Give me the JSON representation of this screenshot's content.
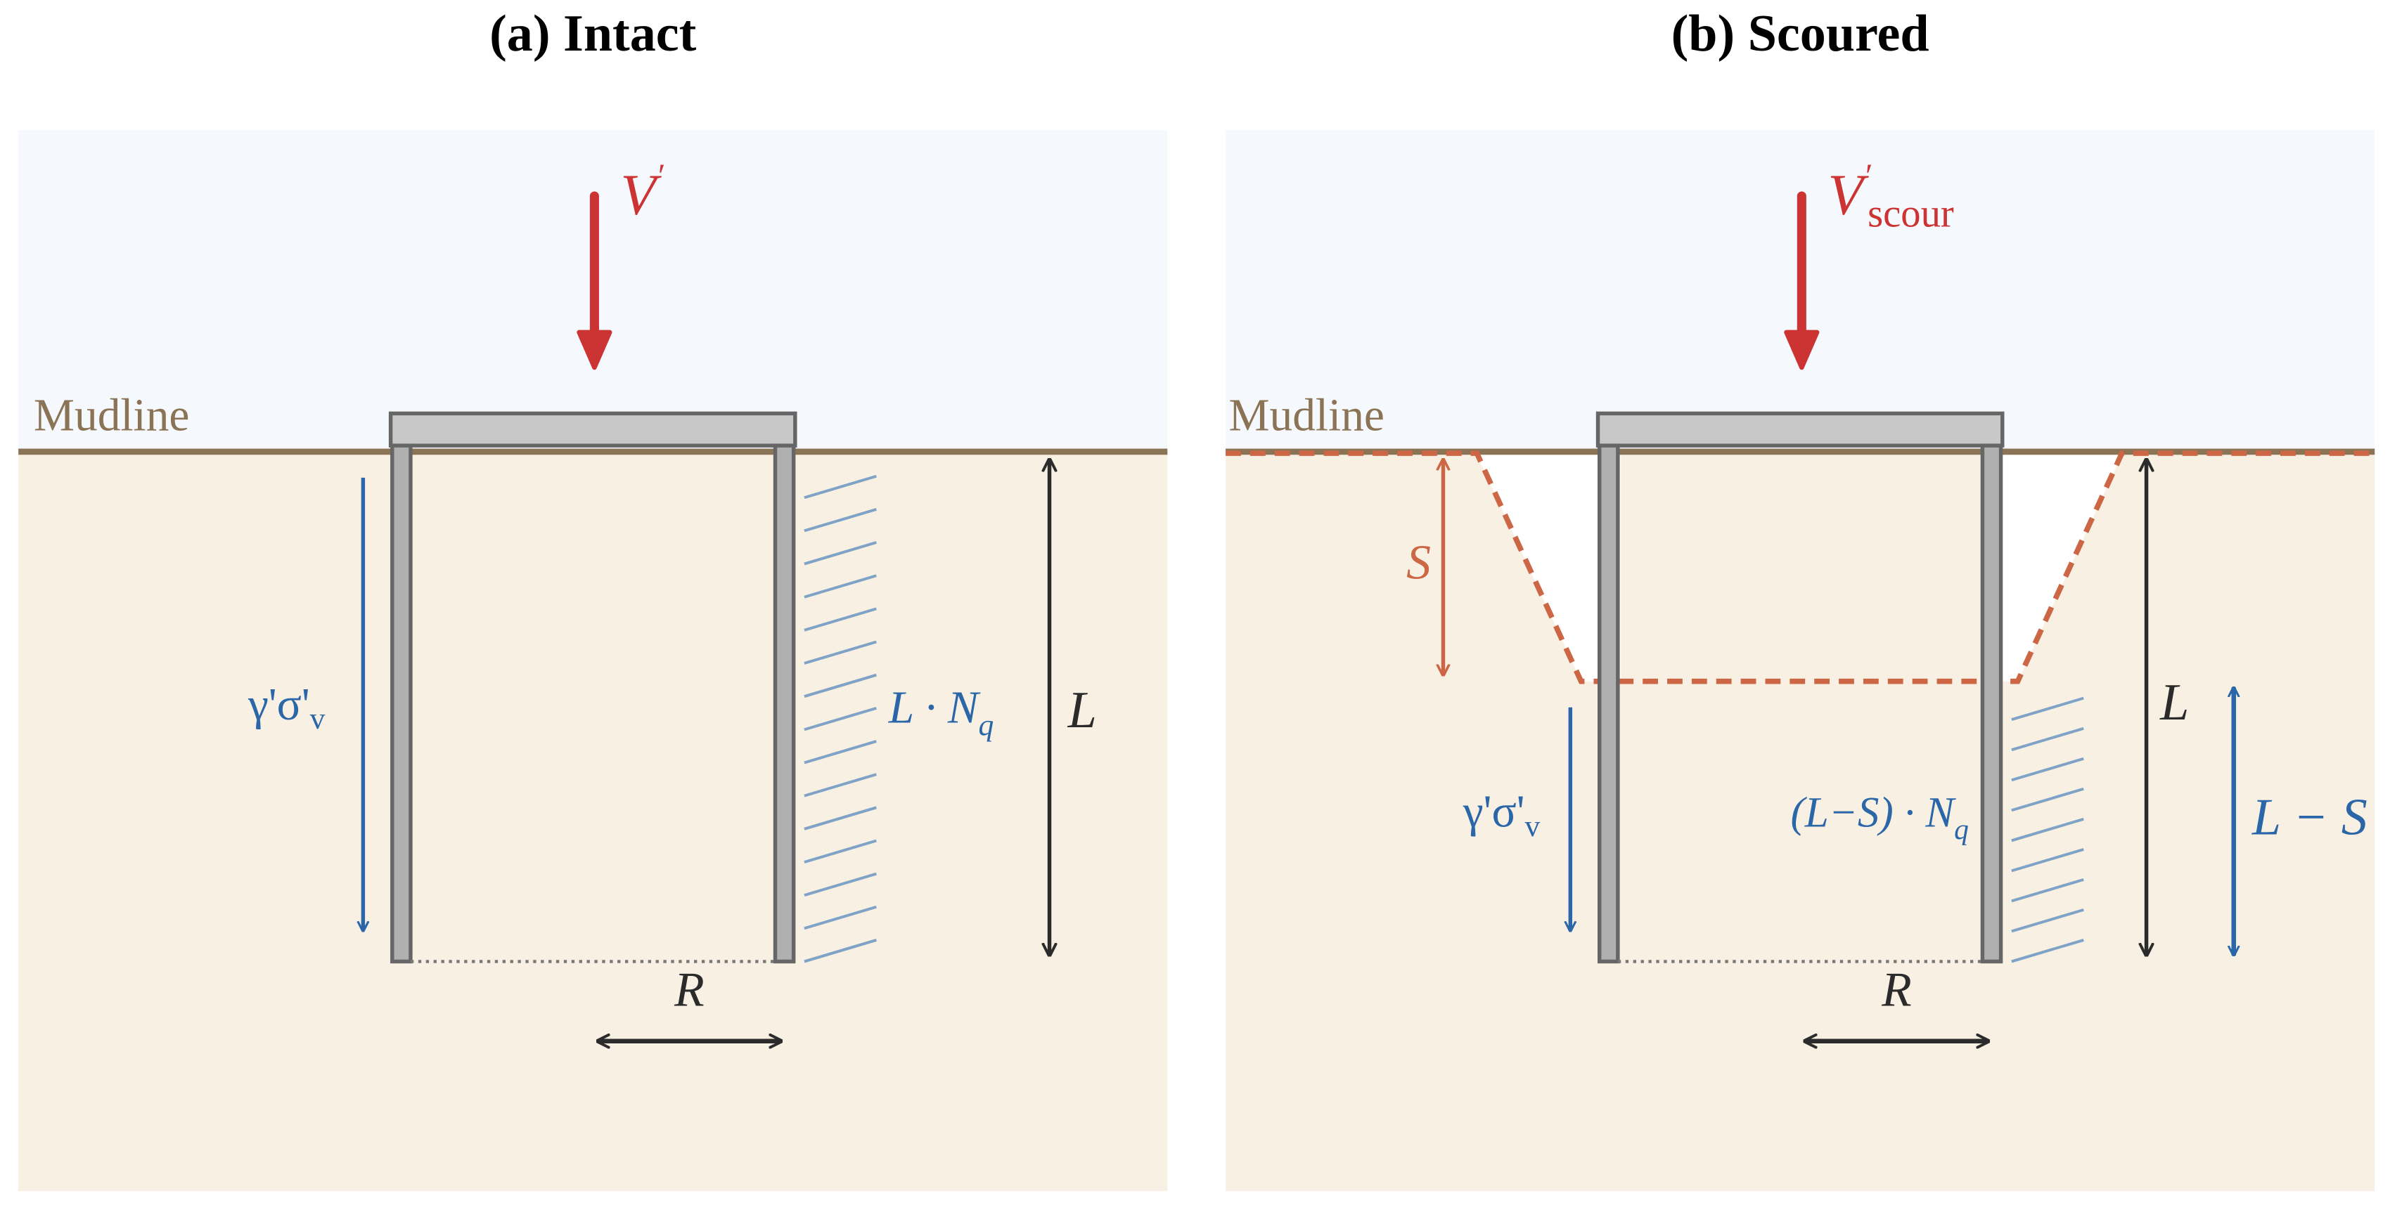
{
  "colors": {
    "water": "#f5f9fd",
    "soil": "#f8f0e2",
    "mudline": "#8b7355",
    "cap_fill": "#c8c8c8",
    "skirt_fill": "#b0b0b0",
    "outline": "#666666",
    "load": "#cc3333",
    "stress": "#2a66a8",
    "hatch": "#7fa3c7",
    "dim": "#2b2b2b",
    "scour": "#cc6644"
  },
  "panels": [
    {
      "id": "a",
      "title": "(a)  Intact",
      "mudline_label": "Mudline",
      "load_label": "V",
      "load_prime": "′",
      "load_subscript": "",
      "stress_label": "γ'σ'",
      "stress_subscript": "v",
      "capacity_label_main": "L · N",
      "capacity_label_sub": "q",
      "length_label": "L",
      "radius_label": "R",
      "hatch_count": 15
    },
    {
      "id": "b",
      "title": "(b)  Scoured",
      "mudline_label": "Mudline",
      "load_label": "V",
      "load_prime": "′",
      "load_subscript": "scour",
      "stress_label": "γ'σ'",
      "stress_subscript": "v",
      "capacity_label_main": "(L−S) · N",
      "capacity_label_sub": "q",
      "length_label": "L",
      "scour_label": "S",
      "reduced_length_label": "L − S",
      "radius_label": "R",
      "hatch_count": 9
    }
  ]
}
